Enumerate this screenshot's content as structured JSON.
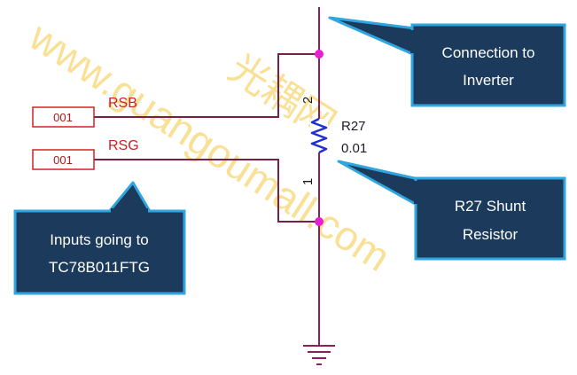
{
  "colors": {
    "wire": "#7a1f4a",
    "vertical_wire": "#8a1f5c",
    "junction": "#e81fd0",
    "resistor": "#1f2fd4",
    "port_outline": "#d42020",
    "callout_fill": "#1b3a5c",
    "callout_border": "#2fa6e0",
    "ground": "#8a1f5c",
    "watermark": "#f6c83e"
  },
  "ports": [
    {
      "label": "001",
      "net": "RSB"
    },
    {
      "label": "001",
      "net": "RSG"
    }
  ],
  "resistor": {
    "ref": "R27",
    "value": "0.01",
    "pin_top": "2",
    "pin_bottom": "1"
  },
  "callouts": {
    "inverter": {
      "lines": [
        "Connection to",
        "Inverter"
      ]
    },
    "shunt": {
      "lines": [
        "R27 Shunt",
        "Resistor"
      ]
    },
    "inputs": {
      "lines": [
        "Inputs going to",
        "TC78B011FTG"
      ]
    }
  },
  "watermark": {
    "text": "www.guangoumall.com",
    "cjk": "光耦网"
  }
}
